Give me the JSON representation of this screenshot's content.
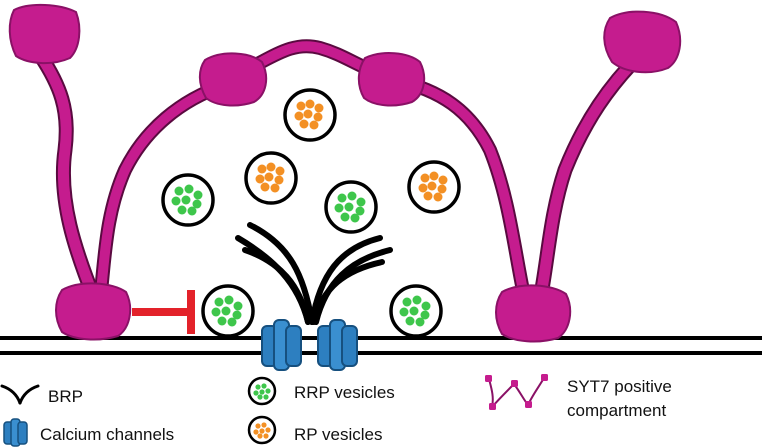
{
  "legend": {
    "brp": "BRP",
    "calcium": "Calcium channels",
    "rrp": "RRP vesicles",
    "rp": "RP vesicles",
    "syt7_line1": "SYT7 positive",
    "syt7_line2": "compartment"
  },
  "colors": {
    "syt7": "#c51c8e",
    "syt7_dark": "#8a1166",
    "rrp": "#3ec64b",
    "rp": "#f39024",
    "channel": "#2d7fc0",
    "channel_dark": "#16507f",
    "inhibition": "#e3222a",
    "outline": "#000000"
  },
  "icons": {
    "brp": "brp-icon",
    "calcium": "calcium-channel-icon",
    "rrp": "rrp-vesicle-icon",
    "rp": "rp-vesicle-icon",
    "syt7": "syt7-compartment-icon"
  }
}
